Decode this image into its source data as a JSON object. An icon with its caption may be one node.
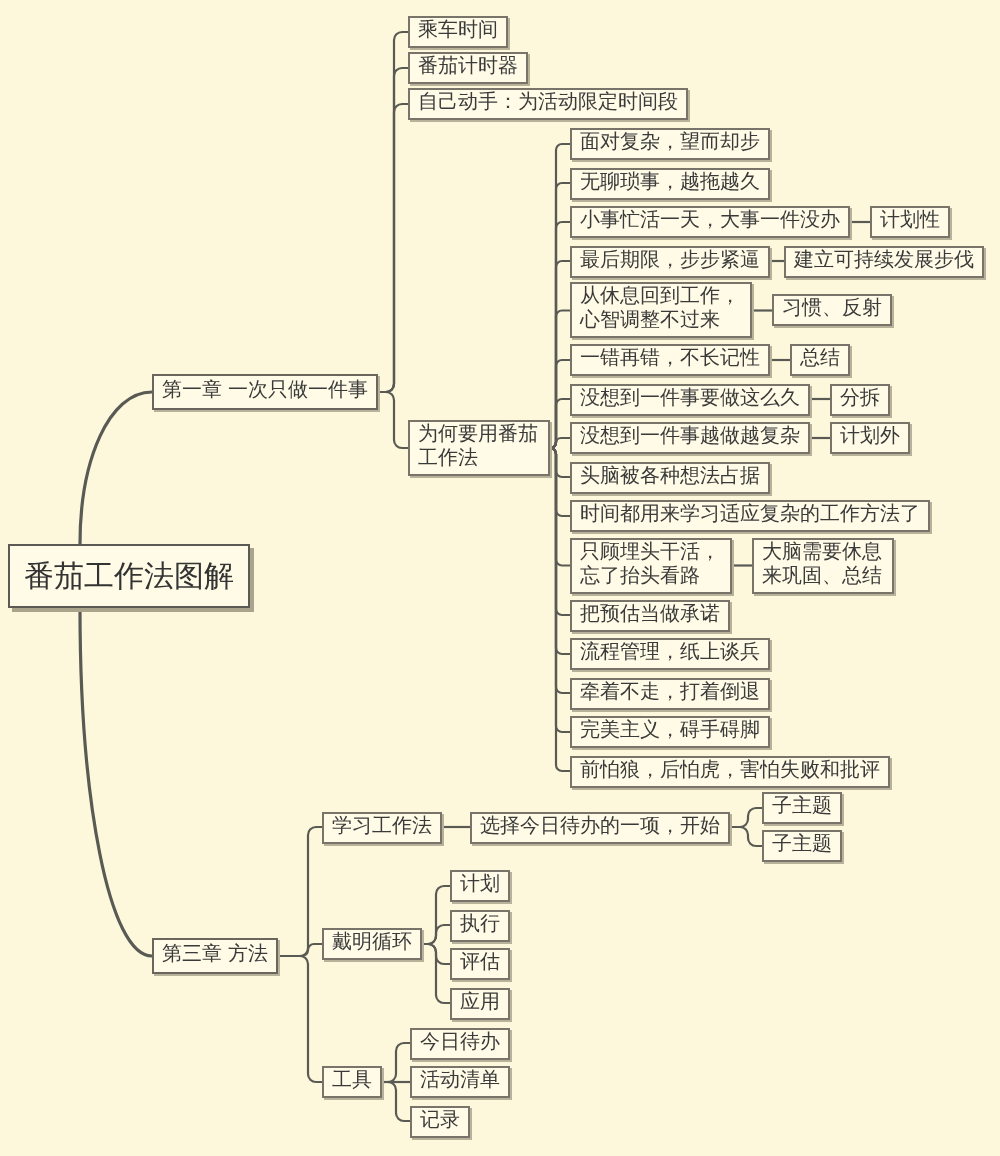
{
  "diagram": {
    "nodes": [
      {
        "text": [
          "番茄工作法图解"
        ]
      },
      {
        "text": [
          "第一章 一次只做一件事"
        ]
      },
      {
        "text": [
          "乘车时间"
        ]
      },
      {
        "text": [
          "番茄计时器"
        ]
      },
      {
        "text": [
          "自己动手：为活动限定时间段"
        ]
      },
      {
        "text": [
          "为何要用番茄工作法"
        ]
      },
      {
        "text": [
          "面对复杂，望而却步"
        ]
      },
      {
        "text": [
          "无聊琐事，越拖越久"
        ]
      },
      {
        "text": [
          "小事忙活一天，大事一件没办"
        ]
      },
      {
        "text": [
          "计划性"
        ]
      },
      {
        "text": [
          "最后期限，步步紧逼"
        ]
      },
      {
        "text": [
          "建立可持续发展步伐"
        ]
      },
      {
        "text": [
          "从休息回到工作，心智调整不过来"
        ]
      },
      {
        "text": [
          "习惯、反射"
        ]
      },
      {
        "text": [
          "一错再错，不长记性"
        ]
      },
      {
        "text": [
          "总结"
        ]
      },
      {
        "text": [
          "没想到一件事要做这么久"
        ]
      },
      {
        "text": [
          "分拆"
        ]
      },
      {
        "text": [
          "没想到一件事越做越复杂"
        ]
      },
      {
        "text": [
          "计划外"
        ]
      },
      {
        "text": [
          "头脑被各种想法占据"
        ]
      },
      {
        "text": [
          "时间都用来学习适应复杂的工作方法了"
        ]
      },
      {
        "text": [
          "只顾埋头干活，忘了抬头看路"
        ]
      },
      {
        "text": [
          "大脑需要休息来巩固、总结"
        ]
      },
      {
        "text": [
          "把预估当做承诺"
        ]
      },
      {
        "text": [
          "流程管理，纸上谈兵"
        ]
      },
      {
        "text": [
          "牵着不走，打着倒退"
        ]
      },
      {
        "text": [
          "完美主义，碍手碍脚"
        ]
      },
      {
        "text": [
          "前怕狼，后怕虎，害怕失败和批评"
        ]
      },
      {
        "text": [
          "第三章 方法"
        ]
      },
      {
        "text": [
          "学习工作法"
        ]
      },
      {
        "text": [
          "选择今日待办的一项，开始"
        ]
      },
      {
        "text": [
          "子主题"
        ]
      },
      {
        "text": [
          "子主题"
        ]
      },
      {
        "text": [
          "戴明循环"
        ]
      },
      {
        "text": [
          "计划"
        ]
      },
      {
        "text": [
          "执行"
        ]
      },
      {
        "text": [
          "评估"
        ]
      },
      {
        "text": [
          "应用"
        ]
      },
      {
        "text": [
          "工具"
        ]
      },
      {
        "text": [
          "今日待办"
        ]
      },
      {
        "text": [
          "活动清单"
        ]
      },
      {
        "text": [
          "记录"
        ]
      }
    ],
    "edges": [
      {
        "from": 0,
        "to": 1,
        "arrow": "none"
      },
      {
        "from": 1,
        "to": 2,
        "arrow": "none"
      },
      {
        "from": 1,
        "to": 3,
        "arrow": "none"
      },
      {
        "from": 1,
        "to": 4,
        "arrow": "none"
      },
      {
        "from": 1,
        "to": 5,
        "arrow": "none"
      },
      {
        "from": 5,
        "to": 6,
        "arrow": "none"
      },
      {
        "from": 5,
        "to": 7,
        "arrow": "none"
      },
      {
        "from": 5,
        "to": 8,
        "arrow": "none"
      },
      {
        "from": 8,
        "to": 9,
        "arrow": "none"
      },
      {
        "from": 5,
        "to": 10,
        "arrow": "none"
      },
      {
        "from": 10,
        "to": 11,
        "arrow": "none"
      },
      {
        "from": 5,
        "to": 12,
        "arrow": "none"
      },
      {
        "from": 12,
        "to": 13,
        "arrow": "none"
      },
      {
        "from": 5,
        "to": 14,
        "arrow": "none"
      },
      {
        "from": 14,
        "to": 15,
        "arrow": "none"
      },
      {
        "from": 5,
        "to": 16,
        "arrow": "none"
      },
      {
        "from": 16,
        "to": 17,
        "arrow": "none"
      },
      {
        "from": 5,
        "to": 18,
        "arrow": "none"
      },
      {
        "from": 18,
        "to": 19,
        "arrow": "none"
      },
      {
        "from": 5,
        "to": 20,
        "arrow": "none"
      },
      {
        "from": 5,
        "to": 21,
        "arrow": "none"
      },
      {
        "from": 5,
        "to": 22,
        "arrow": "none"
      },
      {
        "from": 22,
        "to": 23,
        "arrow": "none"
      },
      {
        "from": 5,
        "to": 24,
        "arrow": "none"
      },
      {
        "from": 5,
        "to": 25,
        "arrow": "none"
      },
      {
        "from": 5,
        "to": 26,
        "arrow": "none"
      },
      {
        "from": 5,
        "to": 27,
        "arrow": "none"
      },
      {
        "from": 5,
        "to": 28,
        "arrow": "none"
      },
      {
        "from": 0,
        "to": 29,
        "arrow": "none"
      },
      {
        "from": 29,
        "to": 30,
        "arrow": "none"
      },
      {
        "from": 30,
        "to": 31,
        "arrow": "none"
      },
      {
        "from": 31,
        "to": 32,
        "arrow": "none"
      },
      {
        "from": 31,
        "to": 33,
        "arrow": "none"
      },
      {
        "from": 29,
        "to": 34,
        "arrow": "none"
      },
      {
        "from": 34,
        "to": 35,
        "arrow": "none"
      },
      {
        "from": 34,
        "to": 36,
        "arrow": "none"
      },
      {
        "from": 34,
        "to": 37,
        "arrow": "none"
      },
      {
        "from": 34,
        "to": 38,
        "arrow": "none"
      },
      {
        "from": 29,
        "to": 39,
        "arrow": "none"
      },
      {
        "from": 39,
        "to": 40,
        "arrow": "none"
      },
      {
        "from": 39,
        "to": 41,
        "arrow": "none"
      },
      {
        "from": 39,
        "to": 42,
        "arrow": "none"
      }
    ]
  }
}
